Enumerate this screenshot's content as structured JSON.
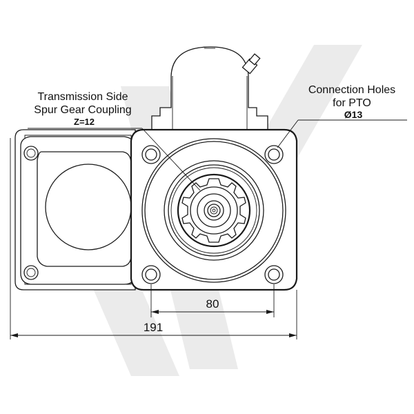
{
  "annotations": {
    "left_line1": "Transmission Side",
    "left_line2": "Spur Gear Coupling",
    "left_line3": "Z=12",
    "right_line1": "Connection Holes",
    "right_line2": "for PTO",
    "right_line3": "Ø13"
  },
  "dimensions": {
    "inner": "80",
    "overall": "191"
  },
  "colors": {
    "linework": "#1a1a1a",
    "watermark": "#ebebeb",
    "background": "#ffffff"
  }
}
